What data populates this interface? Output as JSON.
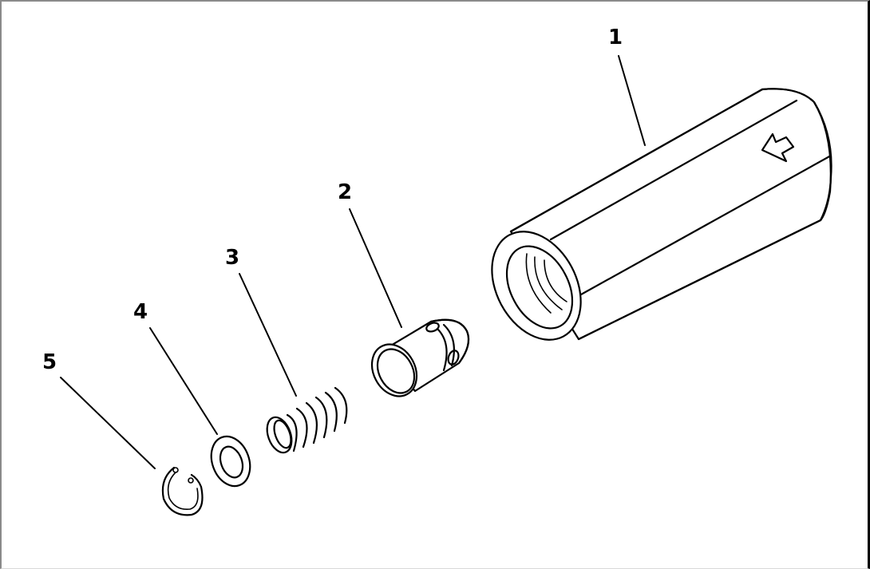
{
  "diagram": {
    "type": "exploded-parts-view",
    "parts": [
      {
        "number": "1",
        "name": "valve body (threaded sleeve with flow arrow)"
      },
      {
        "number": "2",
        "name": "valve (poppet with side ports)"
      },
      {
        "number": "3",
        "name": "spring"
      },
      {
        "number": "4",
        "name": "washer"
      },
      {
        "number": "5",
        "name": "snap ring"
      }
    ],
    "callouts": {
      "part1": "1",
      "part2": "2",
      "part3": "3",
      "part4": "4",
      "part5": "5"
    },
    "colors": {
      "line": "#000000",
      "background": "#ffffff"
    }
  }
}
